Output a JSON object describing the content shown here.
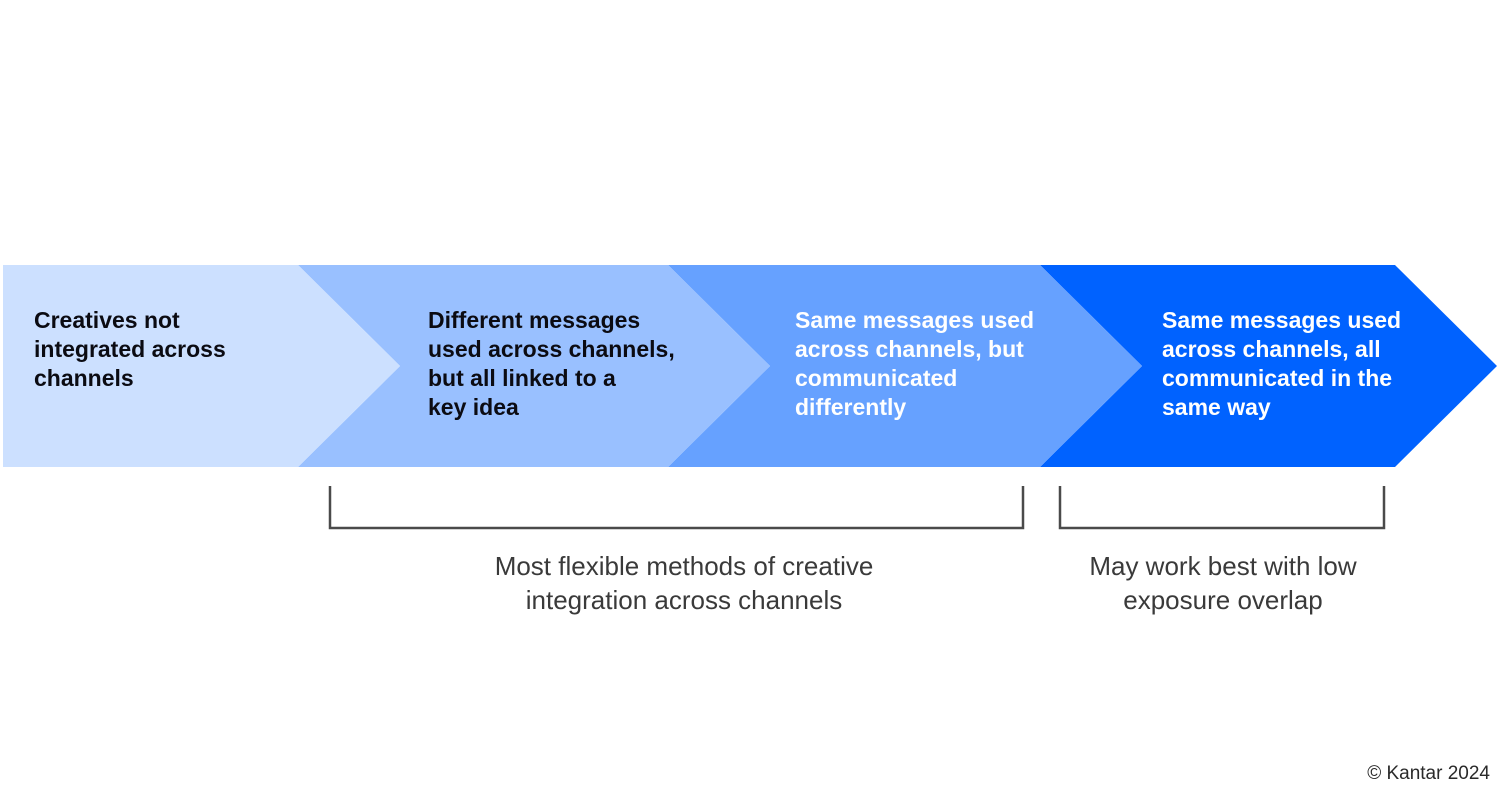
{
  "diagram": {
    "steps": [
      {
        "text": "Creatives not\nintegrated across\nchannels",
        "color": "#cce0ff"
      },
      {
        "text": "Different messages\nused across channels,\nbut all linked to a\nkey idea",
        "color": "#99c0ff"
      },
      {
        "text": "Same messages used\nacross channels, but\ncommunicated\ndifferently",
        "color": "#66a1ff"
      },
      {
        "text": "Same messages used\nacross channels, all\ncommunicated in the\nsame way",
        "color": "#0062ff"
      }
    ],
    "brackets": [
      {
        "label": "Most flexible methods of creative\nintegration across channels"
      },
      {
        "label": "May work best with low\nexposure overlap"
      }
    ]
  },
  "footer": {
    "copyright": "© Kantar 2024"
  }
}
